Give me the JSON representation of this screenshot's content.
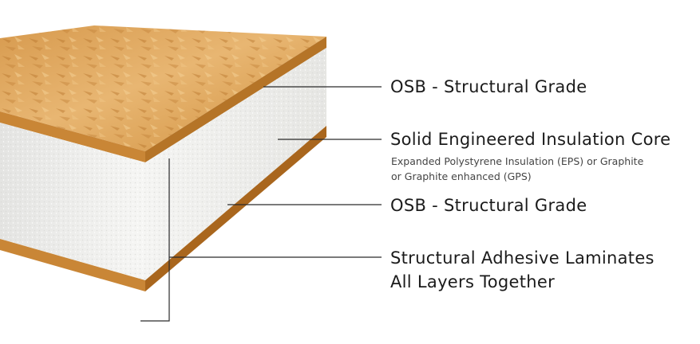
{
  "colors": {
    "osb_light": "#e9b874",
    "osb_mid": "#d29648",
    "osb_dark": "#b26e23",
    "foam": "#f3f3f1",
    "foam_shade": "#d9d9d6",
    "leader": "#2b2b2b"
  },
  "callouts": [
    {
      "title": "OSB - Structural Grade"
    },
    {
      "title": "Solid Engineered Insulation Core",
      "sub1": "Expanded Polystyrene Insulation (EPS) or Graphite",
      "sub2": "or Graphite enhanced (GPS)"
    },
    {
      "title": "OSB - Structural Grade"
    },
    {
      "title": "Structural Adhesive Laminates",
      "title2": "All Layers Together"
    }
  ]
}
